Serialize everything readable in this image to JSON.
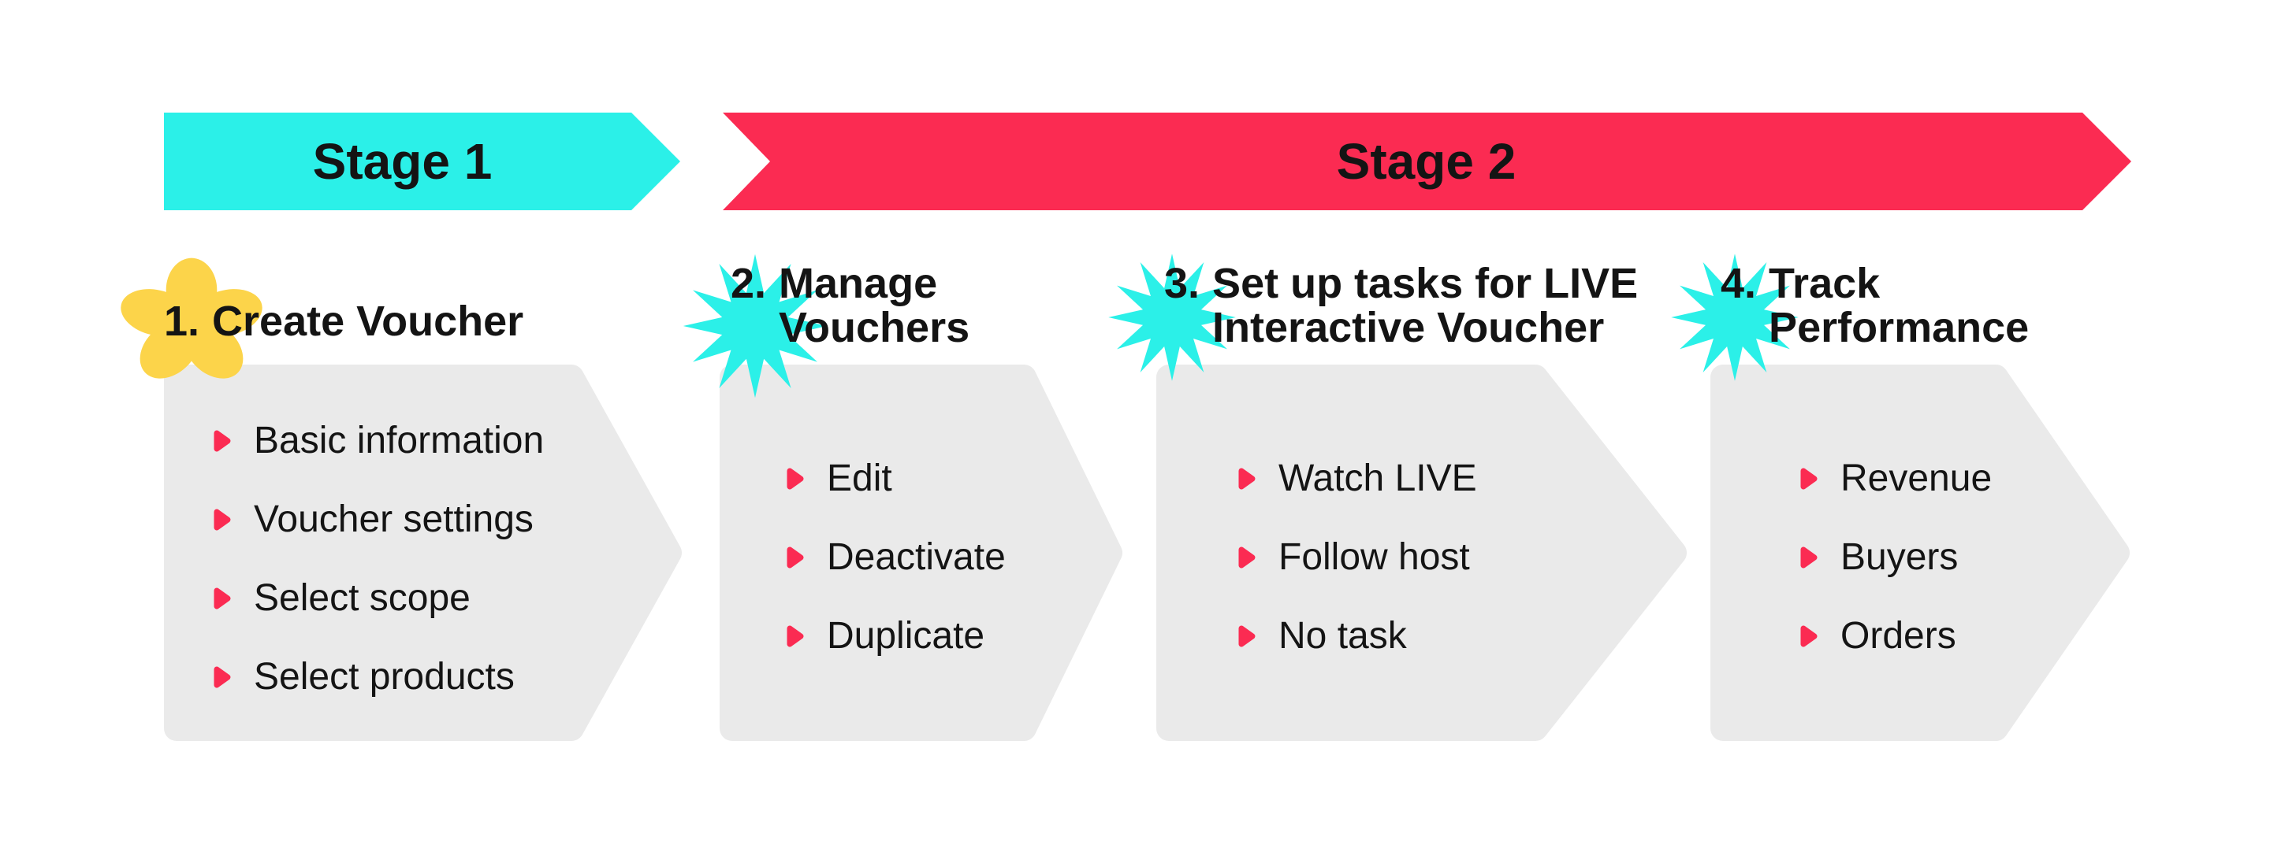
{
  "stages": [
    {
      "label": "Stage 1",
      "color": "#2BF0E8"
    },
    {
      "label": "Stage 2",
      "color": "#FB2B52"
    }
  ],
  "steps": [
    {
      "number": "1.",
      "title": "Create Voucher",
      "decoration": "flower-doodle",
      "items": [
        "Basic information",
        "Voucher settings",
        "Select scope",
        "Select products"
      ]
    },
    {
      "number": "2.",
      "title": "Manage Vouchers",
      "decoration": "starburst",
      "items": [
        "Edit",
        "Deactivate",
        "Duplicate"
      ]
    },
    {
      "number": "3.",
      "title": "Set up tasks for LIVE Interactive Voucher",
      "decoration": "starburst",
      "items": [
        "Watch LIVE",
        "Follow host",
        "No task"
      ]
    },
    {
      "number": "4.",
      "title": "Track Performance",
      "decoration": "starburst",
      "items": [
        "Revenue",
        "Buyers",
        "Orders"
      ]
    }
  ],
  "colors": {
    "cyan": "#2BF0E8",
    "red": "#FB2B52",
    "yellow": "#FCD44A",
    "panel": "#EAEAEA",
    "text": "#141414",
    "bg": "#FFFFFF"
  }
}
